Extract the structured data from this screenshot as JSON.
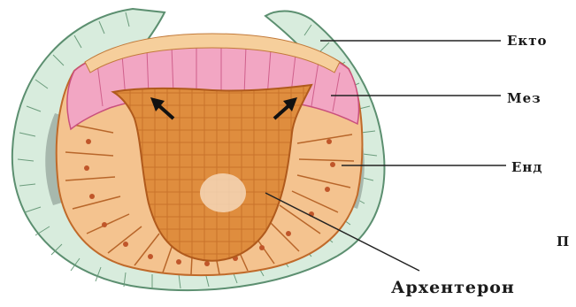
{
  "labels": {
    "ectoderm": "Екто",
    "mesoderm": "Мез",
    "endoderm": "Енд",
    "blastopore": "П",
    "archenteron": "Архентерон"
  },
  "colors": {
    "ectoderm_fill": "#d8ecdd",
    "ectoderm_stroke": "#5c8f70",
    "mesoderm_fill": "#f2a6c3",
    "endoderm_fill": "#f4c38f",
    "archenteron_fill": "#de8a3c",
    "blastocoel_fill": "#a7b8ad",
    "leader_line": "#222222"
  },
  "icons": [
    "arrow-left-up",
    "arrow-right-up"
  ]
}
